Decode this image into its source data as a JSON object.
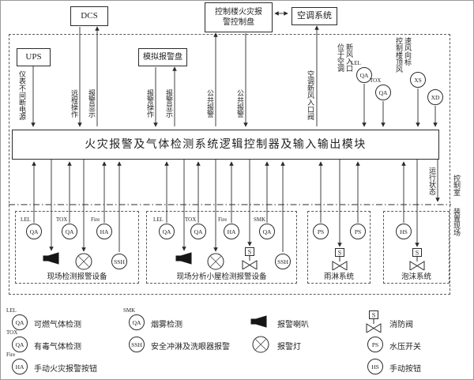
{
  "diagram": {
    "controller_title": "火灾报警及气体检测系统逻辑控制器及输入输出模块",
    "boxes": {
      "dcs": "DCS",
      "fire_panel": "控制楼火灾报警控制盘",
      "hvac": "空调系统",
      "ups": "UPS",
      "analog_panel": "模拟报警盘"
    },
    "wire_labels": {
      "ups_power": "仪表不间断电源",
      "remote_op": "远程操作",
      "alarm_display_dcs": "报警显示",
      "alarm_op": "报警操作",
      "alarm_display_panel": "报警显示",
      "common_alarm_left": "公共报警",
      "common_alarm_right": "公共报警",
      "fresh_air_valve": "空调新风入口阀",
      "run_status": "运行状态"
    },
    "notes": {
      "fresh_air_inlet": "位于空调新风入口",
      "roof_wind": "控制楼顶风速风向标"
    },
    "boundary": {
      "control_room": "控制室",
      "field": "装置现场"
    },
    "top_instruments": {
      "lel": {
        "tag": "LEL",
        "label": "QA"
      },
      "tox": {
        "tag": "TOX",
        "label": "QA"
      },
      "wind_speed": {
        "label": "XS"
      },
      "wind_dir": {
        "label": "XD"
      }
    },
    "symbols": {
      "valve_letter": "S"
    },
    "groups": [
      {
        "name": "现场检测报警设备",
        "instruments": [
          {
            "tag": "LEL",
            "label": "QA"
          },
          {
            "tag": "TOX",
            "label": "QA"
          },
          {
            "tag": "Fire",
            "label": "HA"
          }
        ],
        "ssh_label": "SSH"
      },
      {
        "name": "现场分析小屋检测报警设备",
        "instruments": [
          {
            "tag": "LEL",
            "label": "QA"
          },
          {
            "tag": "TOX",
            "label": "QA"
          },
          {
            "tag": "Fire",
            "label": "HA"
          },
          {
            "tag": "SMK",
            "label": "QA"
          }
        ],
        "ssh_label": "SSH"
      },
      {
        "name": "雨淋系统",
        "instruments": [
          {
            "label": "PS"
          },
          {
            "label": "PS"
          }
        ]
      },
      {
        "name": "泡沫系统",
        "instruments": [
          {
            "label": "HS"
          }
        ]
      }
    ],
    "legend": [
      {
        "tag": "LEL",
        "label": "QA",
        "desc": "可燃气体检测"
      },
      {
        "tag": "TOX",
        "label": "QA",
        "desc": "有毒气体检测"
      },
      {
        "tag": "Fire",
        "label": "HA",
        "desc": "手动火灾报警按钮"
      },
      {
        "tag": "SMK",
        "label": "QA",
        "desc": "烟雾检测"
      },
      {
        "label": "SSH",
        "desc": "安全冲淋及洗眼器报警"
      },
      {
        "desc": "报警喇叭"
      },
      {
        "desc": "报警灯"
      },
      {
        "desc": "消防阀"
      },
      {
        "label": "PS",
        "desc": "水压开关"
      },
      {
        "label": "HS",
        "desc": "手动按钮"
      }
    ]
  }
}
